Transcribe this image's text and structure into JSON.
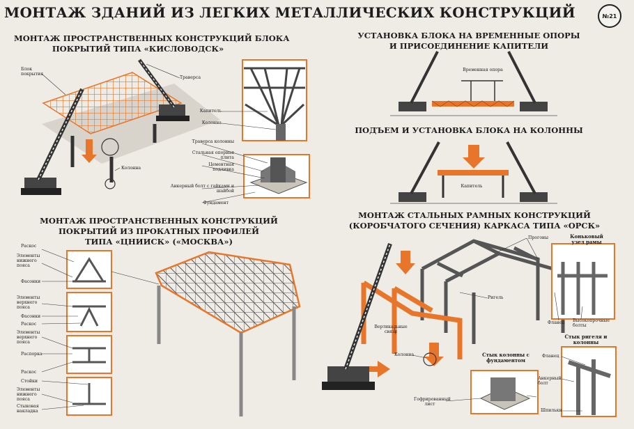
{
  "title": "МОНТАЖ ЗДАНИЙ ИЗ ЛЕГКИХ МЕТАЛЛИЧЕСКИХ КОНСТРУКЦИЙ",
  "poster_number": "№21",
  "colors": {
    "accent": "#e8762a",
    "steel": "#3a3a3a",
    "paper": "#efece6"
  },
  "sections": {
    "kislovodsk": {
      "heading_line1": "МОНТАЖ ПРОСТРАНСТВЕННЫХ КОНСТРУКЦИЙ БЛОКА",
      "heading_line2": "ПОКРЫТИЙ ТИПА «КИСЛОВОДСК»",
      "labels": {
        "block": "Блок покрытия",
        "traverse": "Траверса",
        "column": "Колонна",
        "capital": "Капитель",
        "column2": "Колонна",
        "column_traverse": "Траверса колонны",
        "support_plate": "Стальная опорная плита",
        "cement_pad": "Цементная подливка",
        "anchor_bolt": "Анкерный болт с гайками и шайбой",
        "foundation": "Фундамент"
      }
    },
    "temporary_supports": {
      "heading_line1": "УСТАНОВКА БЛОКА НА ВРЕМЕННЫЕ ОПОРЫ",
      "heading_line2": "И ПРИСОЕДИНЕНИЕ КАПИТЕЛИ",
      "labels": {
        "temp_support": "Временная опора"
      }
    },
    "lifting": {
      "heading": "ПОДЪЕМ И УСТАНОВКА БЛОКА НА КОЛОННЫ",
      "labels": {
        "capital": "Капитель"
      }
    },
    "tsniisk": {
      "heading_line1": "МОНТАЖ ПРОСТРАНСТВЕННЫХ КОНСТРУКЦИЙ",
      "heading_line2": "ПОКРЫТИЙ ИЗ ПРОКАТНЫХ ПРОФИЛЕЙ",
      "heading_line3": "ТИПА «ЦНИИСК» («МОСКВА»)",
      "labels": {
        "brace1": "Раскос",
        "lower_chord1": "Элементы нижнего пояса",
        "gusset1": "Фасонки",
        "upper_chord": "Элементы верхнего пояса",
        "gusset2": "Фасонки",
        "brace2": "Раскос",
        "upper_chord2": "Элементы верхнего пояса",
        "spacer": "Распорка",
        "brace3": "Раскос",
        "post": "Стойки",
        "lower_chord2": "Элементы нижнего пояса",
        "cap_plate": "Стыковая накладка"
      }
    },
    "orsk": {
      "heading_line1": "МОНТАЖ СТАЛЬНЫХ РАМНЫХ КОНСТРУКЦИЙ",
      "heading_line2": "(КОРОБЧАТОГО СЕЧЕНИЯ) КАРКАСА ТИПА «ОРСК»",
      "labels": {
        "purlins": "Прогоны",
        "ridge_joint": "Коньковый узел рамы",
        "rigel": "Ригель",
        "flange": "Фланец",
        "hs_bolts": "Высокопрочные болты",
        "vertical_link": "Вертикальные связи",
        "column": "Колонна",
        "col_found_joint_title": "Стык колонны с фундаментом",
        "rigel_col_joint_title": "Стык ригеля и колонны",
        "flange2": "Фланец",
        "anchor_bolt": "Анкерный болт",
        "corrugated_sheet": "Гофрированный лист",
        "shims": "Шпильки"
      }
    }
  }
}
